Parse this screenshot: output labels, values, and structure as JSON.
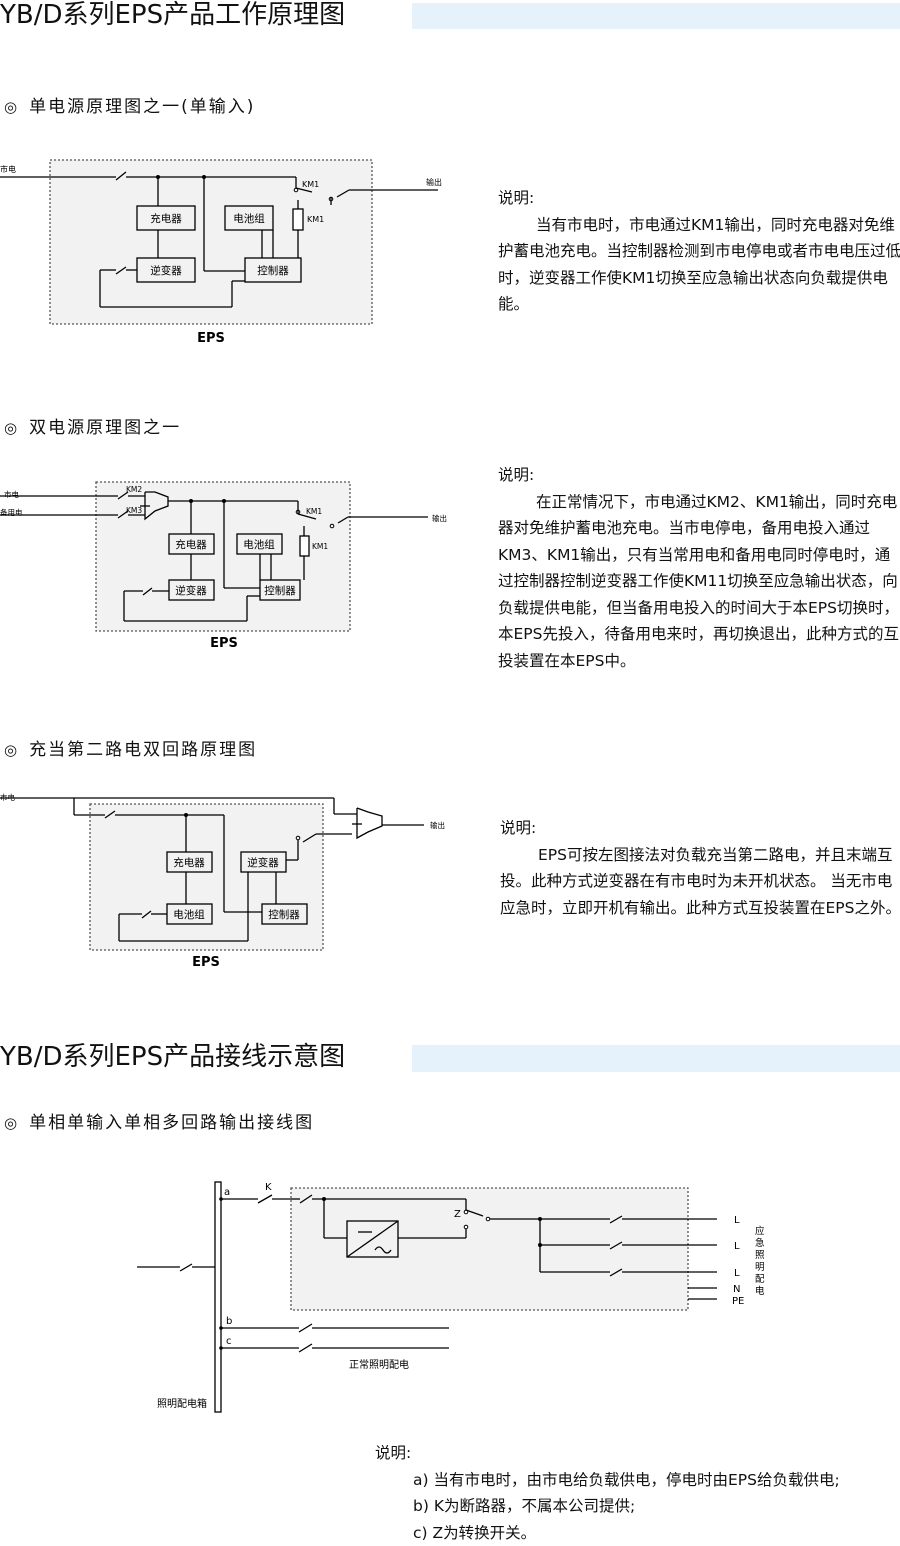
{
  "section1": {
    "title": "YB/D系列EPS产品工作原理图",
    "accent": "#e5f1fb"
  },
  "diagram1": {
    "subtitle": "单电源原理图之一(单输入)",
    "labels": {
      "mains": "市电",
      "output": "输出",
      "charger": "充电器",
      "battery": "电池组",
      "inverter": "逆变器",
      "controller": "控制器",
      "km1_switch": "KM1",
      "km1_coil": "KM1",
      "eps": "EPS"
    },
    "note_head": "说明:",
    "note_body": "当有市电时，市电通过KM1输出，同时充电器对免维护蓄电池充电。当控制器检测到市电停电或者市电电压过低时，逆变器工作使KM1切换至应急输出状态向负载提供电能。"
  },
  "diagram2": {
    "subtitle": "双电源原理图之一",
    "labels": {
      "mains": "市电",
      "backup": "备用电",
      "km2": "KM2",
      "km3": "KM3",
      "km1_switch": "KM1",
      "km1_coil": "KM1",
      "output": "输出",
      "charger": "充电器",
      "battery": "电池组",
      "inverter": "逆变器",
      "controller": "控制器",
      "eps": "EPS"
    },
    "note_head": "说明:",
    "note_body": "在正常情况下，市电通过KM2、KM1输出，同时充电器对免维护蓄电池充电。当市电停电，备用电投入通过KM3、KM1输出，只有当常用电和备用电同时停电时，通过控制器控制逆变器工作使KM11切换至应急输出状态，向负载提供电能，但当备用电投入的时间大于本EPS切换时，本EPS先投入，待备用电来时，再切换退出，此种方式的互投装置在本EPS中。"
  },
  "diagram3": {
    "subtitle": "充当第二路电双回路原理图",
    "labels": {
      "mains": "市电",
      "output": "输出",
      "charger": "充电器",
      "inverter": "逆变器",
      "battery": "电池组",
      "controller": "控制器",
      "eps": "EPS"
    },
    "note_head": "说明:",
    "note_body": "EPS可按左图接法对负载充当第二路电，并且末端互投。此种方式逆变器在有市电时为未开机状态。 当无市电应急时，立即开机有输出。此种方式互投装置在EPS之外。"
  },
  "section2": {
    "title": "YB/D系列EPS产品接线示意图"
  },
  "diagram4": {
    "subtitle": "单相单输入单相多回路输出接线图",
    "labels": {
      "a": "a",
      "b": "b",
      "c": "c",
      "k": "K",
      "z": "Z",
      "l1": "L",
      "l2": "L",
      "l3": "L",
      "n": "N",
      "pe": "PE",
      "emergency": [
        "应",
        "急",
        "照",
        "明",
        "配",
        "电"
      ],
      "normal": "正常照明配电",
      "box": "照明配电箱"
    },
    "note_head": "说明:",
    "notes": [
      "a) 当有市电时，由市电给负载供电，停电时由EPS给负载供电;",
      "b) K为断路器，不属本公司提供;",
      "c) Z为转换开关。"
    ]
  }
}
